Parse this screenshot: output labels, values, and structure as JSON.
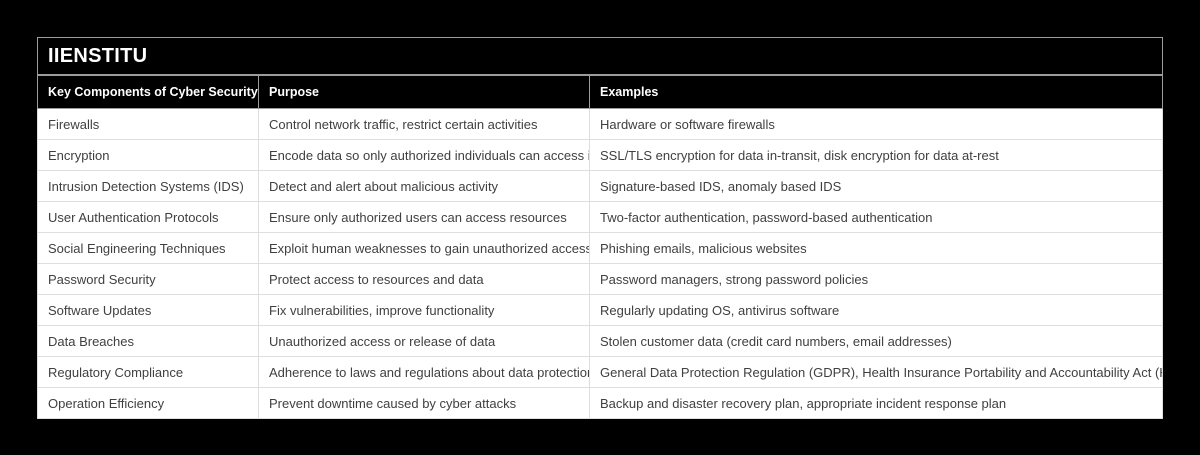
{
  "table": {
    "title": "IIENSTITU",
    "columns": [
      "Key Components of Cyber Security",
      "Purpose",
      "Examples"
    ],
    "rows": [
      [
        "Firewalls",
        "Control network traffic, restrict certain activities",
        "Hardware or software firewalls"
      ],
      [
        "Encryption",
        "Encode data so only authorized individuals can access it",
        "SSL/TLS encryption for data in-transit, disk encryption for data at-rest"
      ],
      [
        "Intrusion Detection Systems (IDS)",
        "Detect and alert about malicious activity",
        "Signature-based IDS, anomaly based IDS"
      ],
      [
        "User Authentication Protocols",
        "Ensure only authorized users can access resources",
        "Two-factor authentication, password-based authentication"
      ],
      [
        "Social Engineering Techniques",
        "Exploit human weaknesses to gain unauthorized access",
        "Phishing emails, malicious websites"
      ],
      [
        "Password Security",
        "Protect access to resources and data",
        "Password managers, strong password policies"
      ],
      [
        "Software Updates",
        "Fix vulnerabilities, improve functionality",
        "Regularly updating OS, antivirus software"
      ],
      [
        "Data Breaches",
        "Unauthorized access or release of data",
        "Stolen customer data (credit card numbers, email addresses)"
      ],
      [
        "Regulatory Compliance",
        "Adherence to laws and regulations about data protection",
        "General Data Protection Regulation (GDPR), Health Insurance Portability and Accountability Act (HIPAA)"
      ],
      [
        "Operation Efficiency",
        "Prevent downtime caused by cyber attacks",
        "Backup and disaster recovery plan, appropriate incident response plan"
      ]
    ],
    "colors": {
      "page_bg": "#000000",
      "header_bg": "#000000",
      "header_text": "#ffffff",
      "header_border": "#9c9c9c",
      "body_bg": "#ffffff",
      "body_text": "#404040",
      "body_border": "#dedede"
    }
  }
}
